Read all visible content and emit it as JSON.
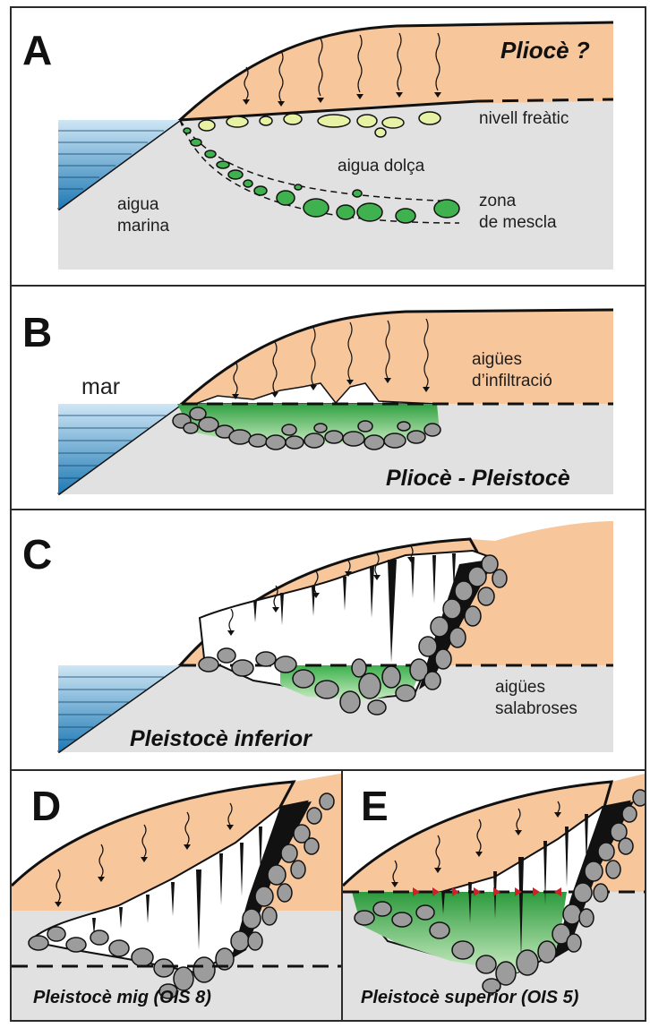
{
  "panels": {
    "a": {
      "letter": "A",
      "period": "Pliocè ?",
      "water_table": "nivell freàtic",
      "fresh_water": "aigua dolça",
      "sea_water_1": "aigua",
      "sea_water_2": "marina",
      "mix_zone_1": "zona",
      "mix_zone_2": "de mescla"
    },
    "b": {
      "letter": "B",
      "sea": "mar",
      "infiltration_1": "aigües",
      "infiltration_2": "d’infiltració",
      "period": "Pliocè - Pleistocè"
    },
    "c": {
      "letter": "C",
      "brackish_1": "aigües",
      "brackish_2": "salabroses",
      "period": "Pleistocè inferior"
    },
    "d": {
      "letter": "D",
      "period": "Pleistocè mig  (OIS 8)"
    },
    "e": {
      "letter": "E",
      "period": "Pleistocè superior (OIS 5)"
    }
  },
  "colors": {
    "rock": "#f7c69b",
    "ground": "#e1e1e1",
    "sea_top": "#cfe6f5",
    "sea_bottom": "#1d79b4",
    "fresh_lens": "#e7f2a5",
    "mix_lens": "#3fb14e",
    "cave_water": "#4dbb4b",
    "boulder": "#9c9c9c",
    "speleothem": "#111111",
    "marker": "#d0202a"
  }
}
